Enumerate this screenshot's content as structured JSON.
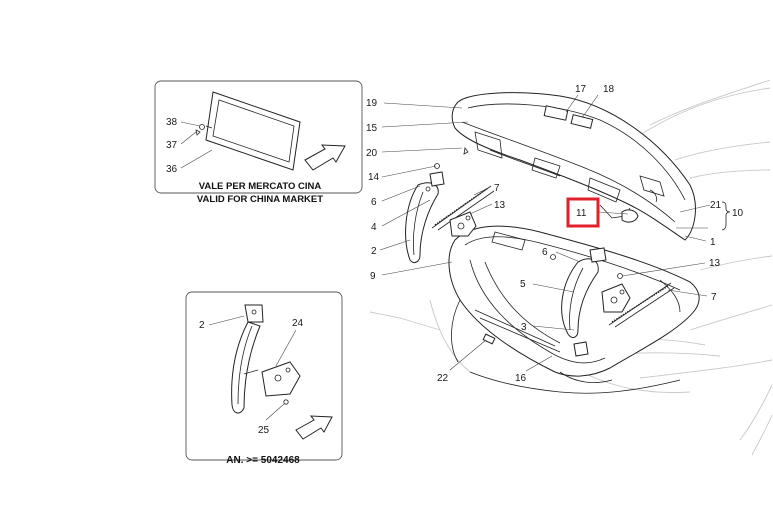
{
  "inset_china": {
    "caption_line1": "VALE PER MERCATO CINA",
    "caption_line2": "VALID FOR CHINA MARKET",
    "labels": [
      "38",
      "37",
      "36"
    ]
  },
  "inset_serial": {
    "caption": "AN. >= 5042468",
    "labels": [
      "2",
      "24",
      "25"
    ]
  },
  "callouts": {
    "c17": "17",
    "c18": "18",
    "c19": "19",
    "c15": "15",
    "c20": "20",
    "c14": "14",
    "c6a": "6",
    "c7a": "7",
    "c4": "4",
    "c13a": "13",
    "c2": "2",
    "c9": "9",
    "c21": "21",
    "c10": "10",
    "c1": "1",
    "c11": "11",
    "c6b": "6",
    "c13b": "13",
    "c5": "5",
    "c7b": "7",
    "c3": "3",
    "c22": "22",
    "c16": "16"
  },
  "highlight": {
    "label": "11",
    "color": "#e0202a"
  }
}
